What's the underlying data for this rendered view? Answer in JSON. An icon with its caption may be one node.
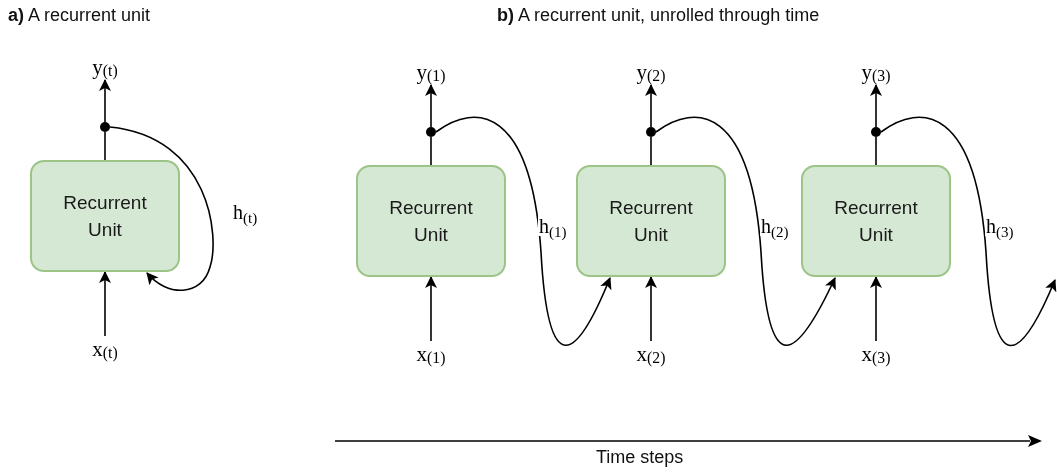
{
  "diagram": {
    "nodes": [
      {
        "text": [
          "Recurrent Unit"
        ]
      },
      {
        "text": [
          "y$_{(t)}$"
        ]
      },
      {
        "text": [
          "x$_{(t)}$"
        ]
      },
      {
        "text": [],
        "shape": "circle"
      },
      {
        "text": [
          "Recurrent Unit"
        ]
      },
      {
        "text": [
          "y$_{(1)}$"
        ]
      },
      {
        "text": [
          "x$_{(1)}$"
        ]
      },
      {
        "text": [],
        "shape": "circle"
      },
      {
        "text": [
          "Recurrent Unit"
        ]
      },
      {
        "text": [
          "y$_{(2)}$"
        ]
      },
      {
        "text": [
          "x$_{(2)}$"
        ]
      },
      {
        "text": [],
        "shape": "circle"
      },
      {
        "text": [
          "Recurrent Unit"
        ]
      },
      {
        "text": [
          "y$_{(3)}$"
        ]
      },
      {
        "text": [
          "x$_{(3)}$"
        ]
      },
      {
        "text": [],
        "shape": "circle"
      }
    ],
    "edges": [
      {
        "from": 2,
        "to": 0,
        "arrow": "to"
      },
      {
        "from": 0,
        "to": 3,
        "arrow": "none"
      },
      {
        "from": 3,
        "to": 1,
        "arrow": "to"
      },
      {
        "from": 3,
        "to": 0,
        "arrow": "to",
        "label": "h$_{(t)}$"
      },
      {
        "from": 6,
        "to": 4,
        "arrow": "to"
      },
      {
        "from": 4,
        "to": 7,
        "arrow": "none"
      },
      {
        "from": 7,
        "to": 5,
        "arrow": "to"
      },
      {
        "from": 7,
        "to": 8,
        "arrow": "to",
        "label": "h$_{(1)}$"
      },
      {
        "from": 10,
        "to": 8,
        "arrow": "to"
      },
      {
        "from": 8,
        "to": 11,
        "arrow": "none"
      },
      {
        "from": 11,
        "to": 9,
        "arrow": "to"
      },
      {
        "from": 11,
        "to": 12,
        "arrow": "to",
        "label": "h$_{(2)}$"
      },
      {
        "from": 14,
        "to": 12,
        "arrow": "to"
      },
      {
        "from": 12,
        "to": 15,
        "arrow": "none"
      },
      {
        "from": 15,
        "to": 13,
        "arrow": "to"
      },
      {
        "from": 15,
        "to": null,
        "arrow": "to",
        "label": "h$_{(3)}$"
      }
    ],
    "labels": [
      "**a)** A recurrent unit",
      "**b)** A recurrent unit, unrolled through time",
      "Time steps"
    ]
  }
}
